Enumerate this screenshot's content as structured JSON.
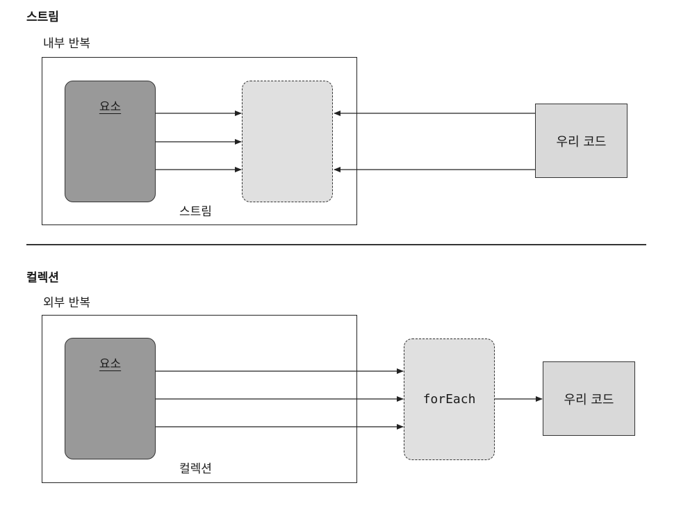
{
  "top": {
    "title": "스트림",
    "subtitle": "내부 반복",
    "elements_label": "요소",
    "container_label": "스트림",
    "code_label": "우리 코드"
  },
  "bottom": {
    "title": "컬렉션",
    "subtitle": "외부 반복",
    "elements_label": "요소",
    "container_label": "컬렉션",
    "iterator_label": "forEach",
    "code_label": "우리 코드"
  }
}
